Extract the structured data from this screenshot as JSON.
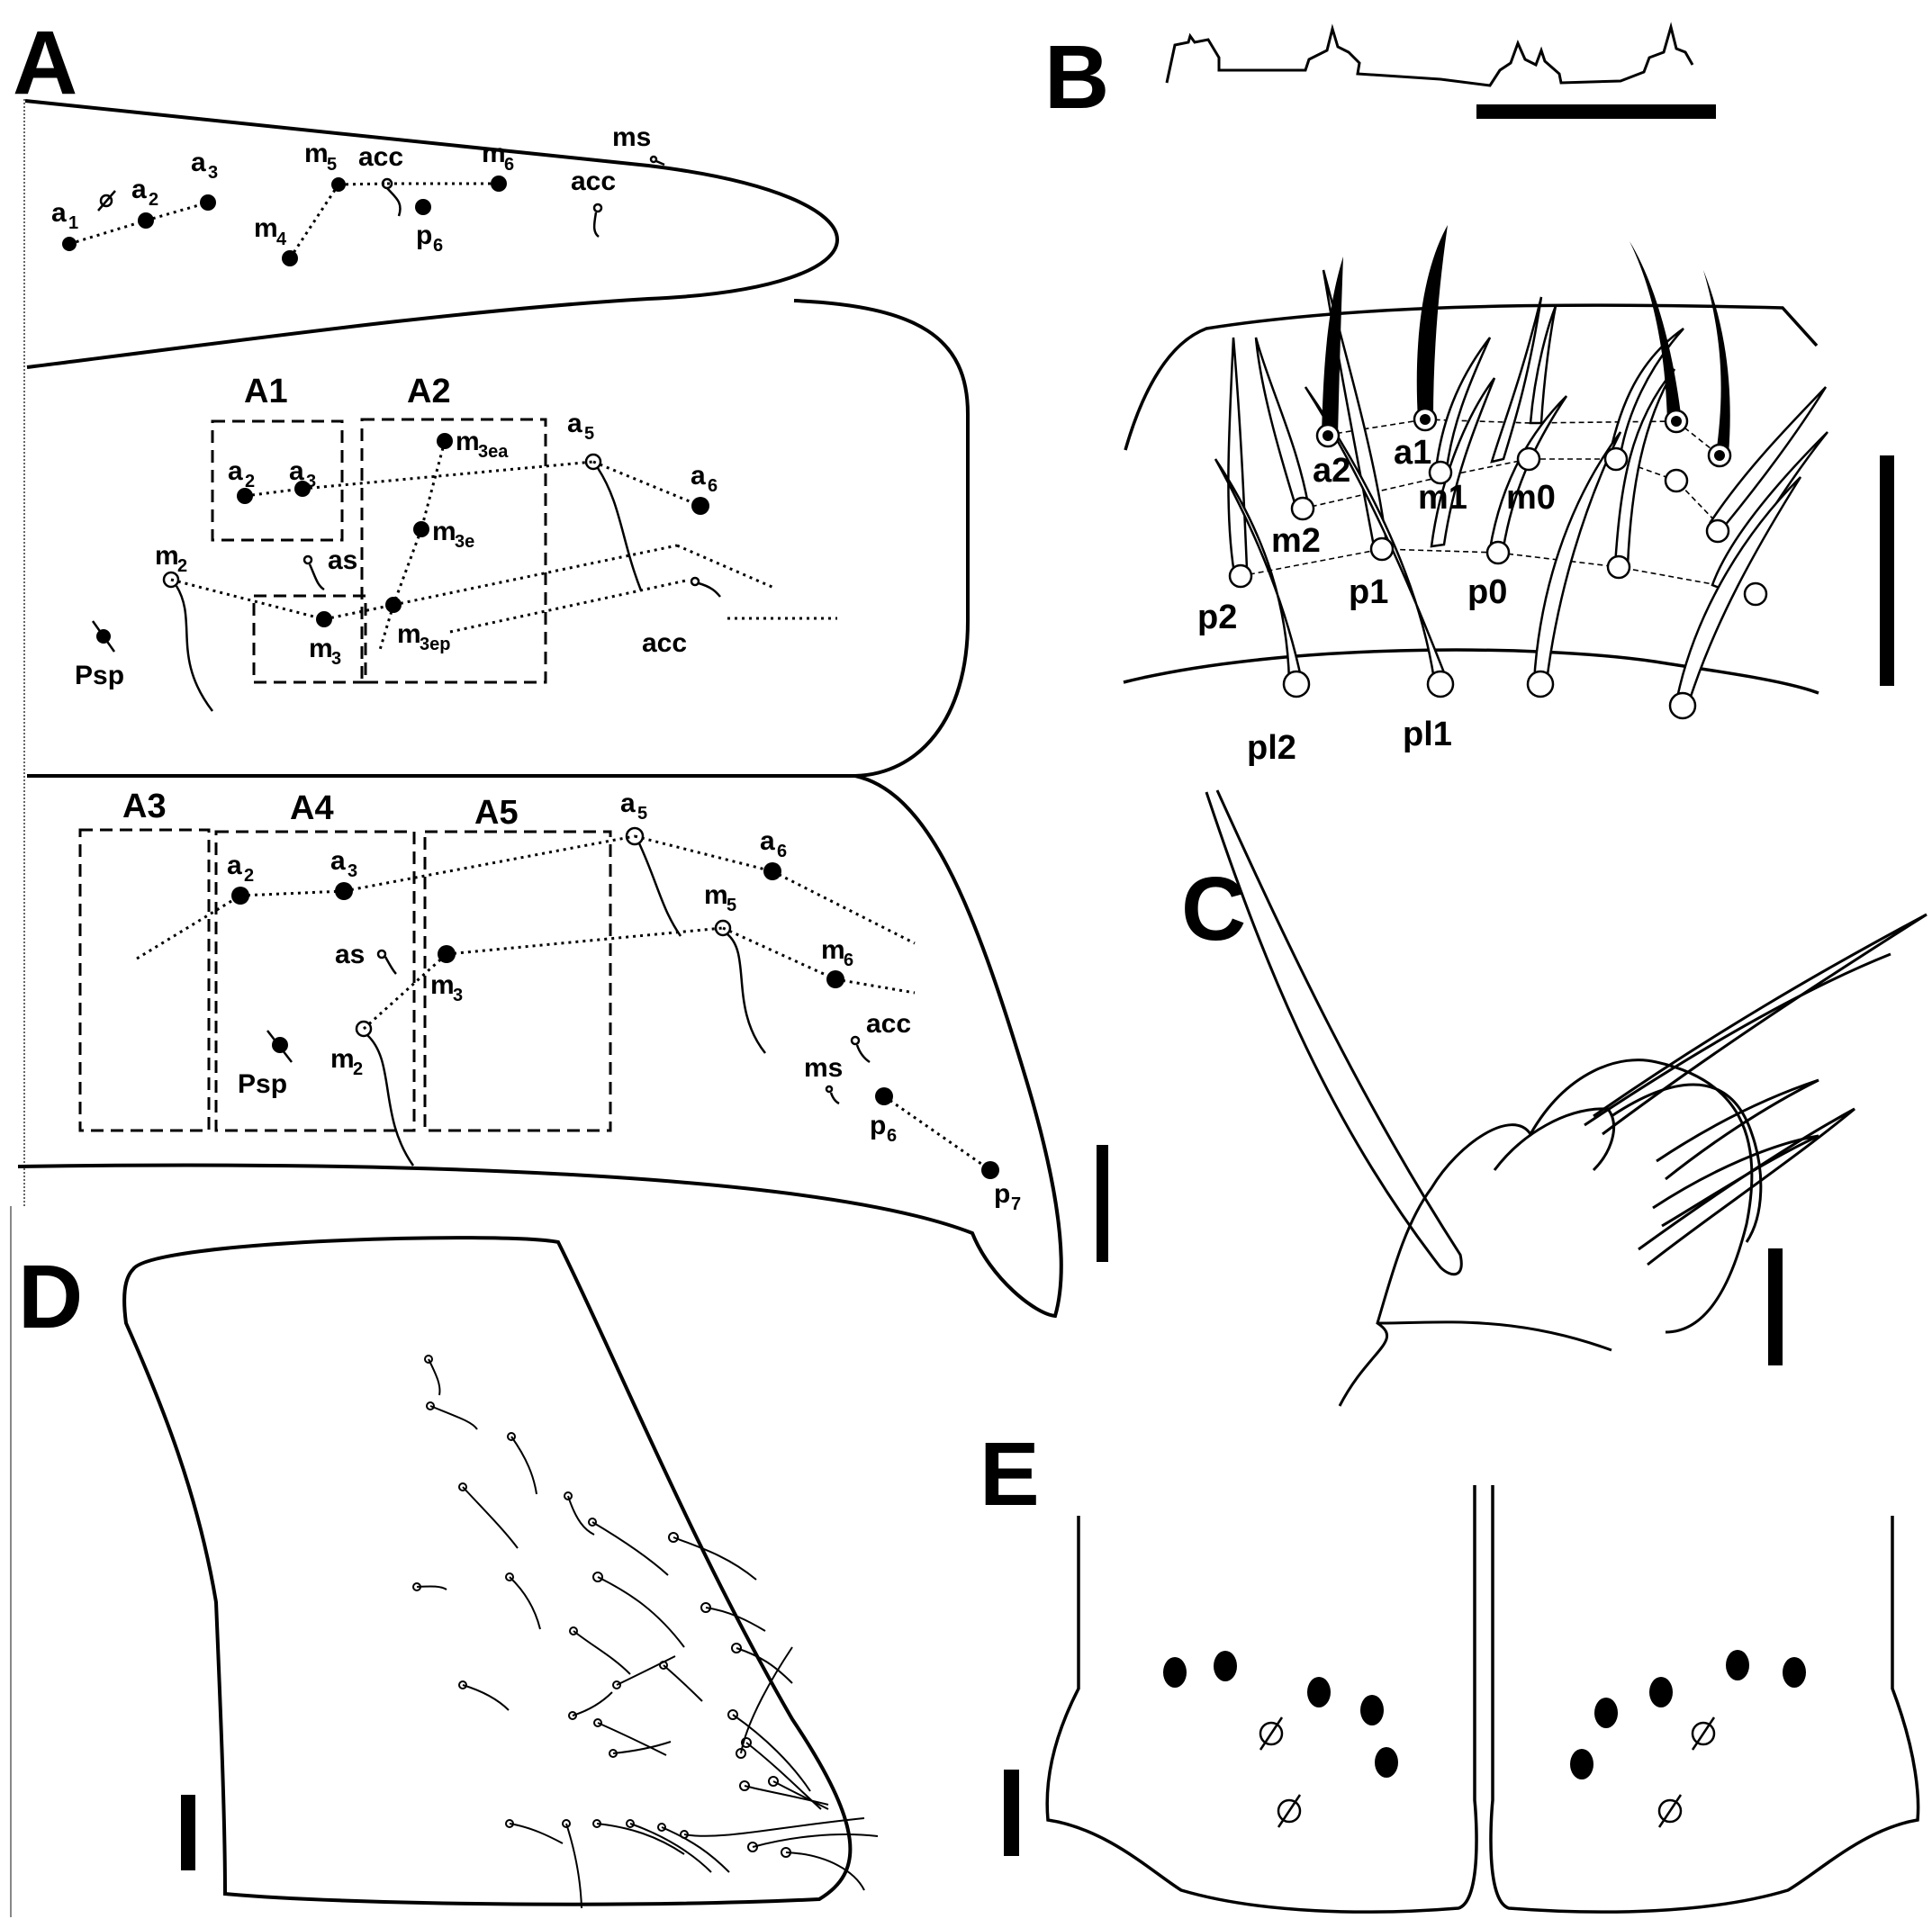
{
  "panels": {
    "A": {
      "letter": "A",
      "boxes": [
        "A1",
        "A2",
        "A3",
        "A4",
        "A5"
      ],
      "seg1": {
        "a": "a",
        "s1": "1",
        "s2": "2",
        "s3": "3",
        "m": "m",
        "m4": "4",
        "m5": "5",
        "m6": "6",
        "acc": "acc",
        "p": "p",
        "p6": "6",
        "ms": "ms"
      },
      "seg2": {
        "a": "a",
        "a2": "2",
        "a3": "3",
        "a5": "5",
        "a6": "6",
        "m": "m",
        "m2": "2",
        "m3": "3",
        "m3ea": "3ea",
        "m3e": "3e",
        "m3ep": "3ep",
        "as": "as",
        "psp": "Psp",
        "acc": "acc"
      },
      "seg3": {
        "a": "a",
        "a2": "2",
        "a3": "3",
        "a5": "5",
        "a6": "6",
        "m": "m",
        "m2": "2",
        "m3": "3",
        "m5": "5",
        "m6": "6",
        "p": "p",
        "p6": "6",
        "p7": "7",
        "as": "as",
        "psp": "Psp",
        "acc": "acc",
        "ms": "ms"
      }
    },
    "B": {
      "letter": "B",
      "labels": [
        "a2",
        "a1",
        "m2",
        "m1",
        "m0",
        "p2",
        "p1",
        "p0",
        "pl2",
        "pl1"
      ]
    },
    "C": {
      "letter": "C"
    },
    "D": {
      "letter": "D"
    },
    "E": {
      "letter": "E"
    }
  }
}
